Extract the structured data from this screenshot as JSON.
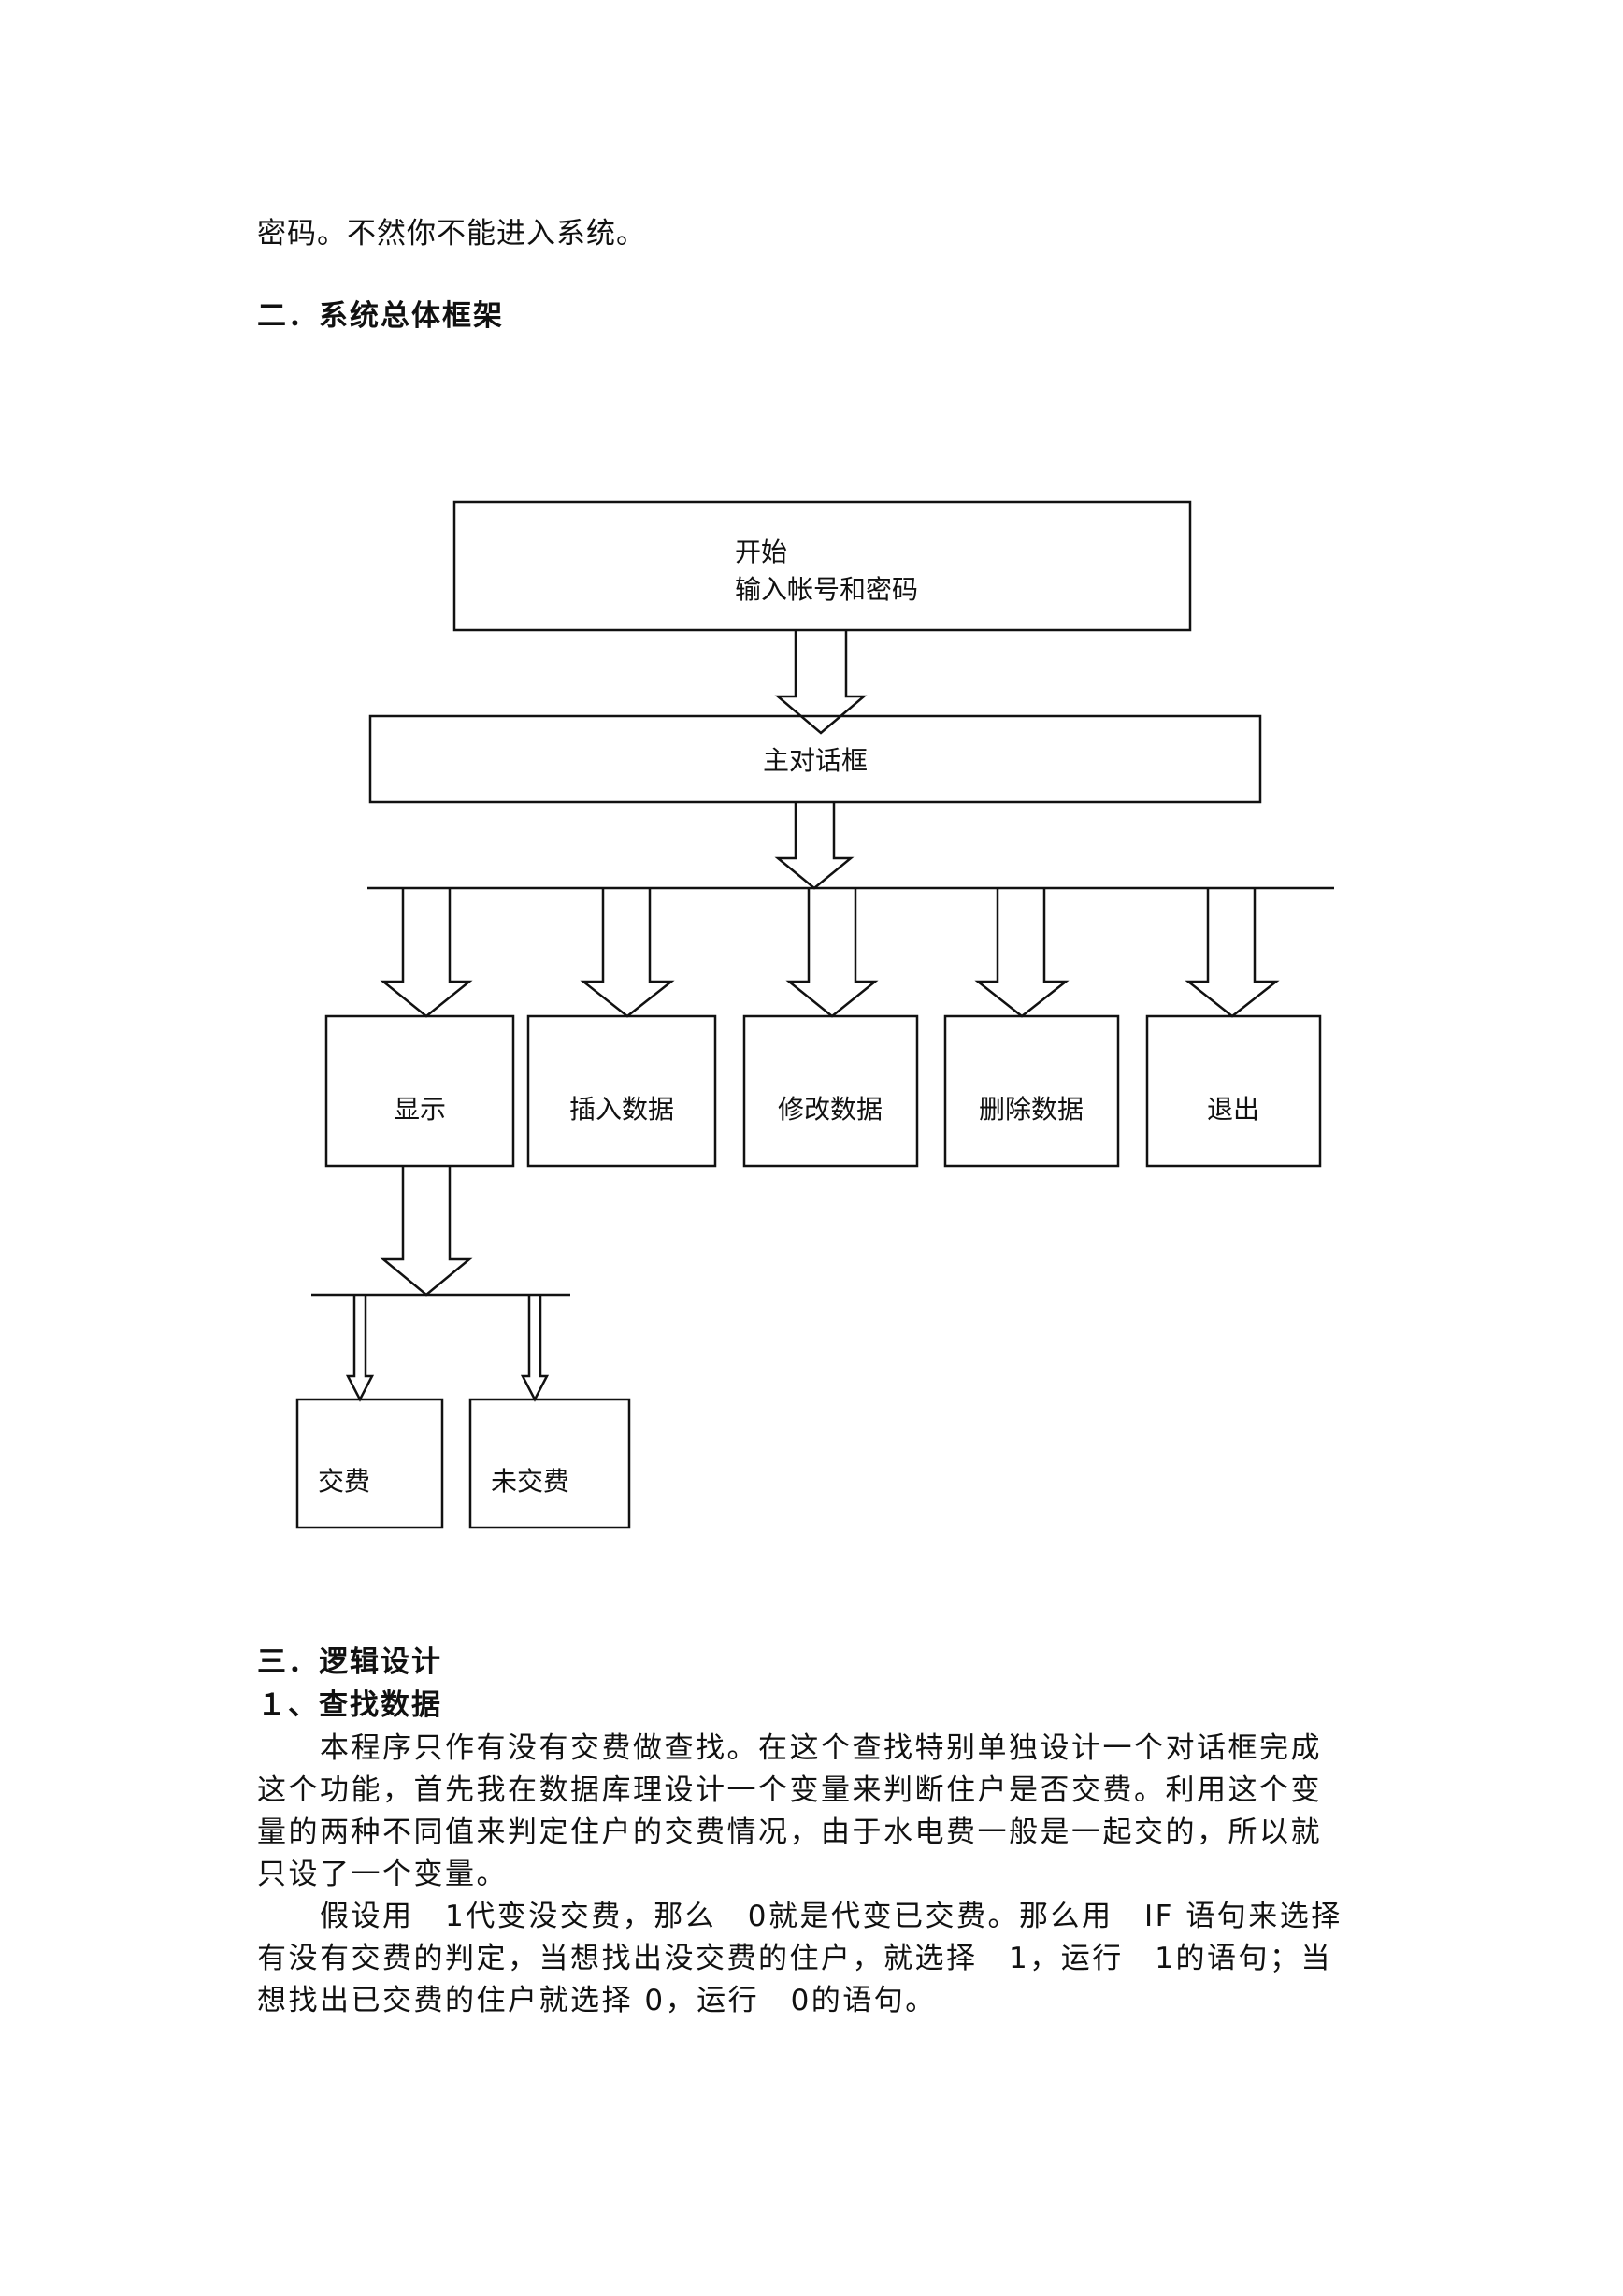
{
  "page": {
    "intro_line": "密码。不然你不能进入系统。",
    "section2_heading": "二．系统总体框架",
    "section3_heading": "三．逻辑设计",
    "subsection1_heading": "１、查找数据"
  },
  "diagram": {
    "start_label": "开始",
    "login_label": "输入帐号和密码",
    "main_dialog_label": "主对话框",
    "functions": [
      "显示",
      "插入数据",
      "修改数据",
      "删除数据",
      "退出"
    ],
    "display_children": [
      "交费",
      "未交费"
    ]
  },
  "body": {
    "paragraph1": [
      "　　本程序只作有没有交费做查找。在这个查找特别单独设计一个对话框完成",
      "这个功能，首先我在数据库理设计一个变量来判断住户是否交费。利用这个变",
      "量的两种不同值来判定住户的交费情况，由于水电费一般是一起交的，所以就",
      "只设了一个变量。"
    ],
    "paragraph2": [
      "　　假设用　1代变没交费，那么　0就是代变已交费。那么用　IF 语句来选择",
      "有没有交费的判定，当想找出没交费的住户，就选择　1，运行　1的语句；当",
      "想找出已交费的住户就选择 0，运行　0的语句。"
    ]
  }
}
